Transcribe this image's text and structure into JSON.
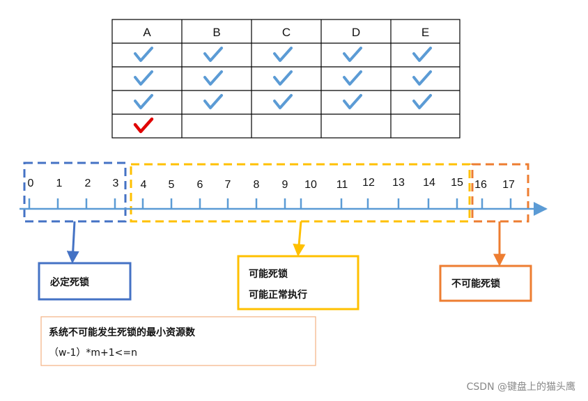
{
  "table": {
    "columns": [
      "A",
      "B",
      "C",
      "D",
      "E"
    ],
    "rows": [
      [
        "check",
        "check",
        "check",
        "check",
        "check"
      ],
      [
        "check",
        "check",
        "check",
        "check",
        "check"
      ],
      [
        "check",
        "check",
        "check",
        "check",
        "check"
      ],
      [
        "check-red",
        "",
        "",
        "",
        ""
      ]
    ]
  },
  "axis": {
    "ticks": [
      "0",
      "1",
      "2",
      "3",
      "4",
      "5",
      "6",
      "7",
      "8",
      "9",
      "10",
      "11",
      "12",
      "13",
      "14",
      "15",
      "16",
      "17"
    ]
  },
  "regions": [
    {
      "label_lines": [
        "必定死锁"
      ],
      "color": "#4472C4"
    },
    {
      "label_lines": [
        "可能死锁",
        "可能正常执行"
      ],
      "color": "#FFC000"
    },
    {
      "label_lines": [
        "不可能死锁"
      ],
      "color": "#ED7D31"
    }
  ],
  "note": {
    "line1": "系统不可能发生死锁的最小资源数",
    "line2": "（w-1）*m+1<=n"
  },
  "colors": {
    "axis": "#5B9BD5",
    "check": "#5B9BD5",
    "check_red": "#E00000",
    "note_border": "#F4B183"
  },
  "watermark": "CSDN @键盘上的猫头鹰"
}
